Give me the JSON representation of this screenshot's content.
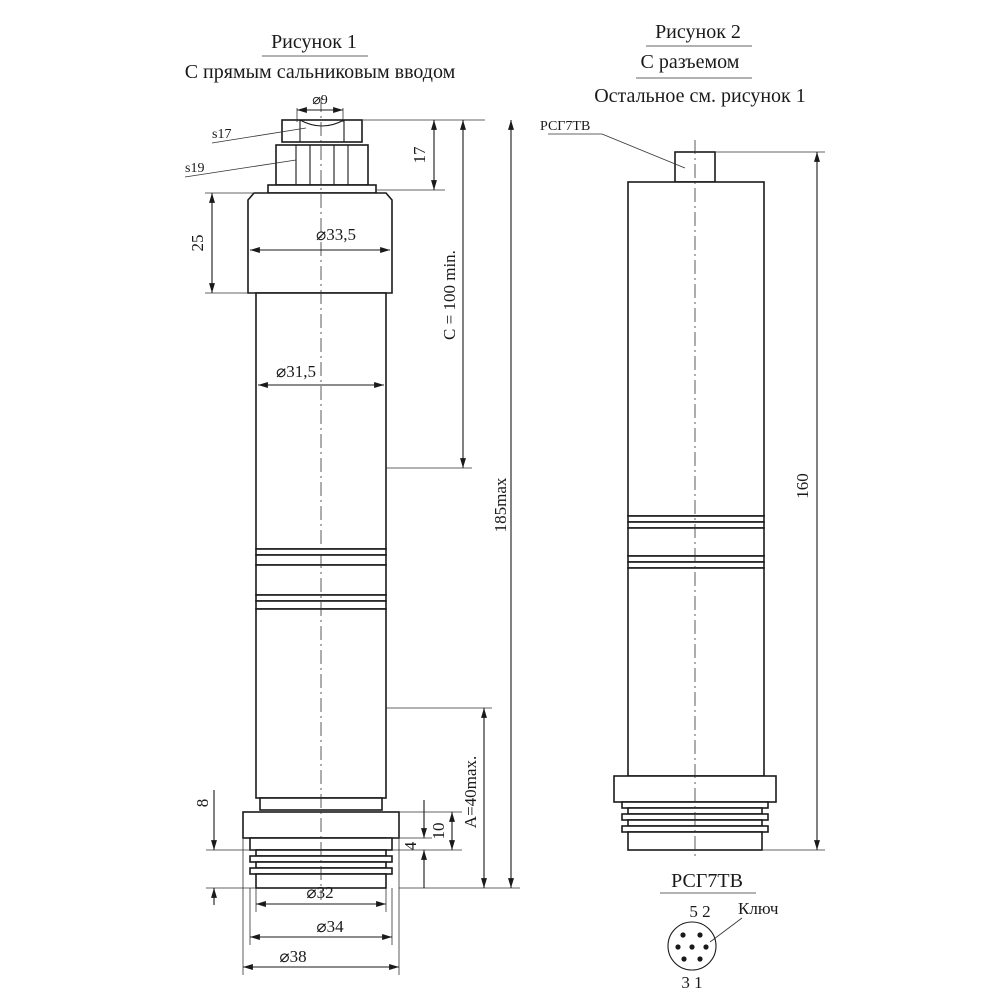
{
  "figure1": {
    "title": "Рисунок 1",
    "subtitle": "С прямым сальниковым вводом",
    "dims": {
      "d9": "⌀9",
      "s17": "s17",
      "s19": "s19",
      "h17": "17",
      "h25": "25",
      "d33_5": "⌀33,5",
      "c_min": "C = 100 min.",
      "d31_5": "⌀31,5",
      "l185": "185max",
      "a_max": "A=40max.",
      "h8": "8",
      "h10": "10",
      "h4": "4",
      "d32": "⌀32",
      "d34": "⌀34",
      "d38": "⌀38"
    }
  },
  "figure2": {
    "title": "Рисунок 2",
    "subtitle": "С разъемом",
    "note": "Остальное см. рисунок 1",
    "connector_label": "РСГ7ТВ",
    "l160": "160",
    "pinout": {
      "title": "РСГ7ТВ",
      "top_pins": "5 2",
      "key_label": "Ключ",
      "bottom_pins": "3 1"
    }
  }
}
